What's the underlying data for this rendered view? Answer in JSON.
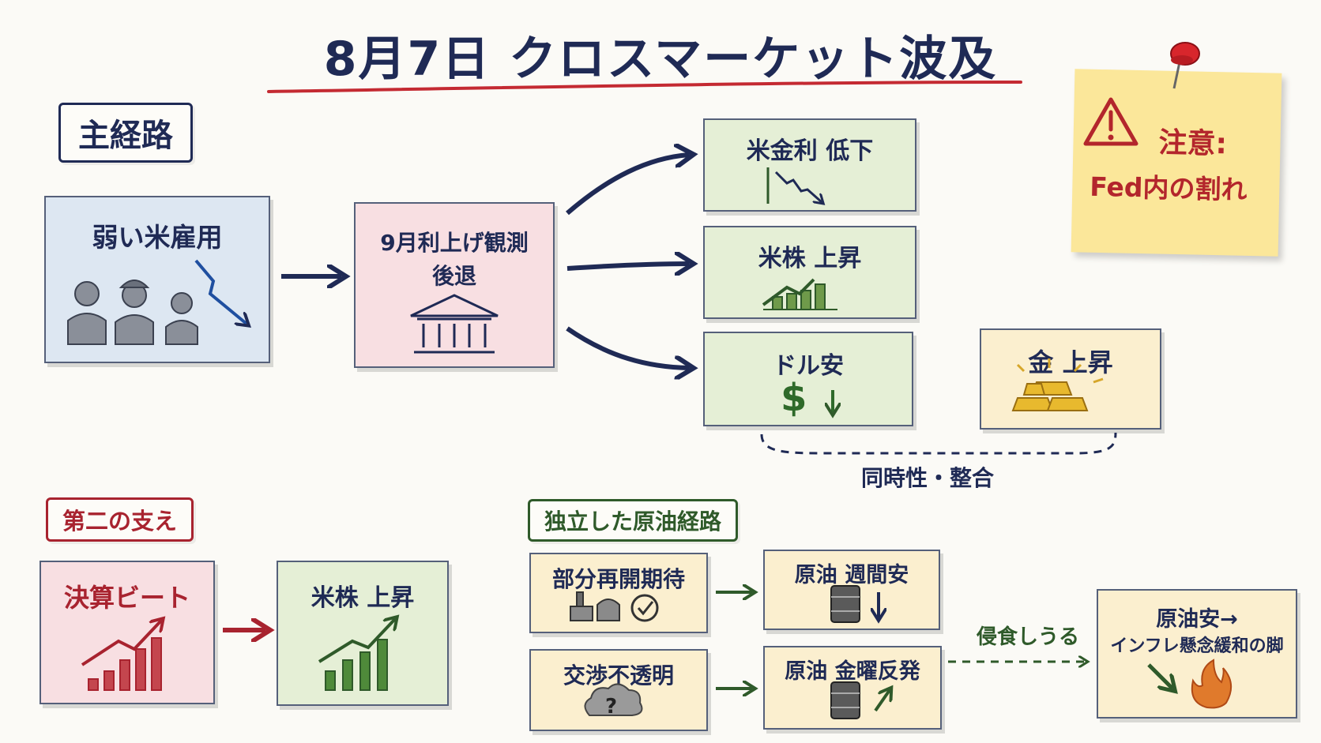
{
  "title": "8月7日 クロスマーケット波及",
  "colors": {
    "navy": "#1f2a55",
    "red": "#a8232f",
    "green": "#2f5a2a",
    "accent_underline": "#c42a32"
  },
  "sections": {
    "main_path": "主経路",
    "secondary_support": "第二の支え",
    "oil_path": "独立した原油経路"
  },
  "main": {
    "weak_jobs": "弱い米雇用",
    "rate_hike_recede_line1": "9月利上げ観測",
    "rate_hike_recede_line2": "後退",
    "us_rates_down": "米金利 低下",
    "us_stocks_up": "米株 上昇",
    "dollar_weak": "ドル安",
    "gold_up": "金 上昇",
    "simultaneity": "同時性・整合"
  },
  "caution": {
    "label": "注意:",
    "text": "Fed内の割れ"
  },
  "secondary": {
    "earnings_beat": "決算ビート",
    "us_stocks_up": "米株 上昇"
  },
  "oil": {
    "partial_reopen": "部分再開期待",
    "oil_weekly_down": "原油 週間安",
    "negotiation_opaque": "交渉不透明",
    "oil_friday_rebound": "原油 金曜反発",
    "erodes": "侵食しうる",
    "result_line1": "原油安→",
    "result_line2": "インフレ懸念緩和の脚"
  },
  "icons": {
    "people": "people-icon",
    "down_arrow": "down-trend-arrow-icon",
    "bank": "bank-icon",
    "declining_chart": "declining-chart-icon",
    "rising_bars": "rising-bar-chart-icon",
    "dollar": "dollar-sign-icon",
    "gold": "gold-bars-icon",
    "factory_check": "factory-check-icon",
    "question_cloud": "question-cloud-icon",
    "oil_barrel": "oil-barrel-icon",
    "fire": "fire-icon",
    "warning": "warning-triangle-icon",
    "pin": "push-pin-icon"
  }
}
